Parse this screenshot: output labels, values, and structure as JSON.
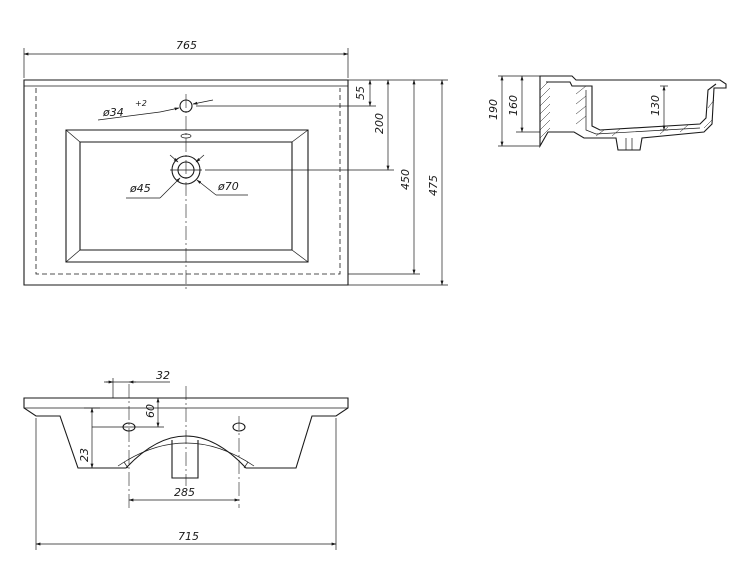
{
  "top_view": {
    "width": "765",
    "faucet_hole": "ø34",
    "faucet_hole_tol": "+2",
    "hole_offset": "55",
    "bowl_center": "200",
    "depth_inner": "450",
    "depth_total": "475",
    "drain_inner": "ø45",
    "drain_outer": "ø70"
  },
  "side_view": {
    "height_total": "190",
    "height_body": "160",
    "bowl_depth": "130"
  },
  "front_view": {
    "hole_spacing": "32",
    "hole_height": "60",
    "rim_height": "23",
    "mount_spacing": "285",
    "bottom_width": "715"
  },
  "colors": {
    "line": "#1a1a1a",
    "background": "#ffffff"
  }
}
